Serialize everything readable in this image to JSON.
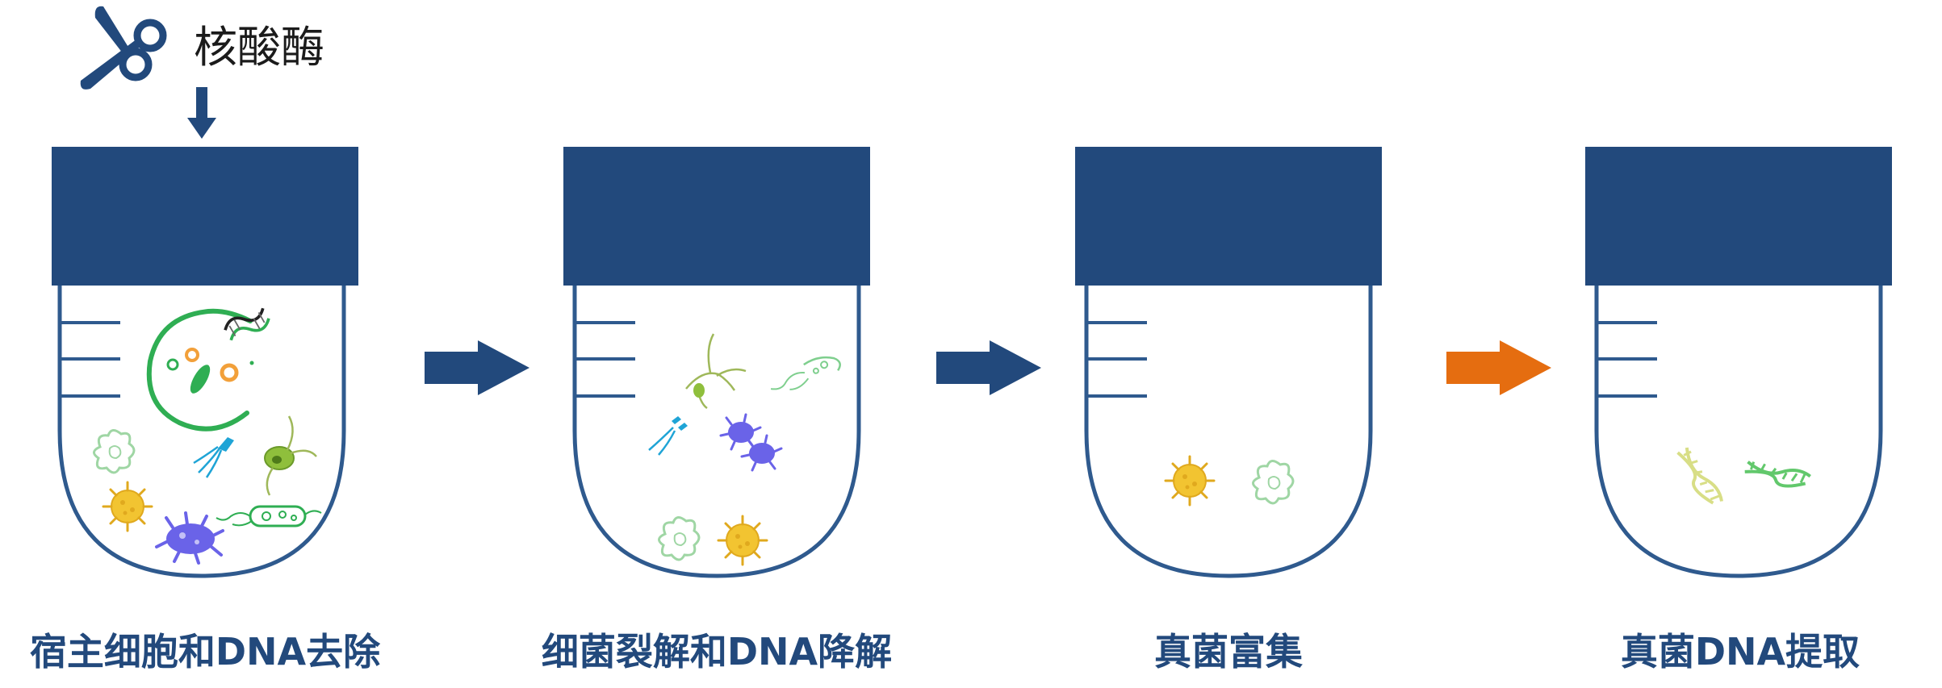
{
  "enzyme": {
    "label": "核酸酶",
    "icon": "scissors-icon"
  },
  "colors": {
    "tube_cap": "#22497c",
    "tube_outline": "#2f5a8e",
    "arrow_primary": "#22497c",
    "arrow_highlight": "#e56d10",
    "label_text": "#22497c",
    "microbe_green": "#2fae53",
    "microbe_purple": "#6a63e8",
    "microbe_yellow": "#f2c431",
    "microbe_cyan": "#1fa4d6",
    "dna_yellow": "#d8de86",
    "dna_green": "#62c86c"
  },
  "steps": [
    {
      "label": "宿主细胞和DNA去除"
    },
    {
      "label": "细菌裂解和DNA降解"
    },
    {
      "label": "真菌富集"
    },
    {
      "label": "真菌DNA提取"
    }
  ]
}
